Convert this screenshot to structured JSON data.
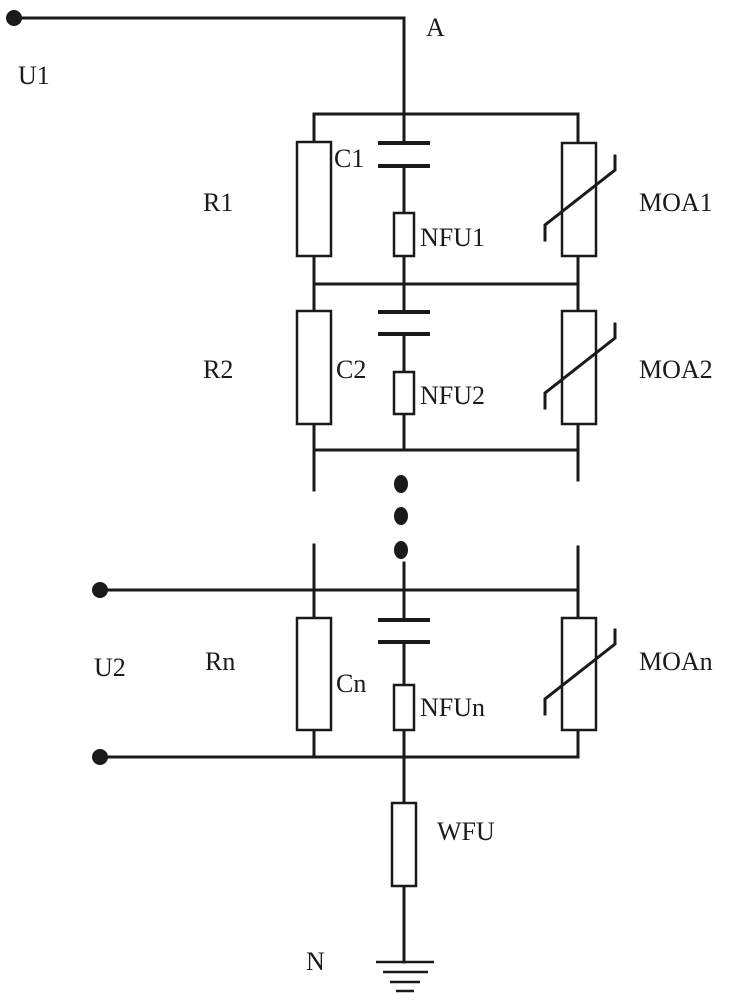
{
  "labels": {
    "node_a": "A",
    "node_n": "N",
    "u1": "U1",
    "u2": "U2",
    "r1": "R1",
    "r2": "R2",
    "rn": "Rn",
    "c1": "C1",
    "c2": "C2",
    "cn": "Cn",
    "nfu1": "NFU1",
    "nfu2": "NFU2",
    "nfun": "NFUn",
    "moa1": "MOA1",
    "moa2": "MOA2",
    "moan": "MOAn",
    "wfu": "WFU"
  },
  "colors": {
    "line": "#1a1a1a",
    "background": "#ffffff"
  }
}
